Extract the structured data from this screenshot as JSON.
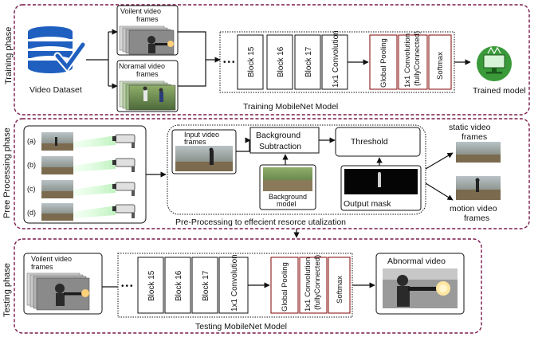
{
  "phases": {
    "training": "Training phase",
    "preprocessing": "Pree Processing phase",
    "testing": "Testing phase"
  },
  "training": {
    "video_dataset": "Video Dataset",
    "violent_frames": [
      "Voilent video",
      "frames"
    ],
    "normal_frames": [
      "Noramal video",
      "frames"
    ],
    "blocks": [
      "Block 15",
      "Block 16",
      "Block 17",
      "1x1 Convolution"
    ],
    "head": [
      "Global Pooling",
      "1x1 Convolution (fullyConnected)",
      "Softmax"
    ],
    "trained_model": "Trained model",
    "caption": "Training MobileNet Model"
  },
  "preprocessing": {
    "cameras": [
      "(a)",
      "(b)",
      "(c)",
      "(d)"
    ],
    "input_frames": [
      "Input video",
      "frames"
    ],
    "background_subtraction": [
      "Background",
      "Subtraction"
    ],
    "threshold": "Threshold",
    "background_model": [
      "Background",
      "model"
    ],
    "output_mask": "Output mask",
    "static_frames": [
      "static video",
      "frames"
    ],
    "motion_frames": [
      "motion video",
      "frames"
    ],
    "caption": "Pre-Processing to effecient resorce utalization"
  },
  "testing": {
    "violent_frames": [
      "Voilent video",
      "frames"
    ],
    "blocks": [
      "Block 15",
      "Block 16",
      "Block 17",
      "1x1 Convolution"
    ],
    "head": [
      "Global Pooling",
      "1x1 Convolution (fullyConnected)",
      "Softmax"
    ],
    "abnormal_video": "Abnormal video",
    "caption": "Testing MobileNet Model"
  },
  "colors": {
    "phase_border": "#7a1a4a",
    "head_border": "#8b1a1a",
    "database": "#1f5fbf",
    "monitor": "#3a9a3a"
  }
}
